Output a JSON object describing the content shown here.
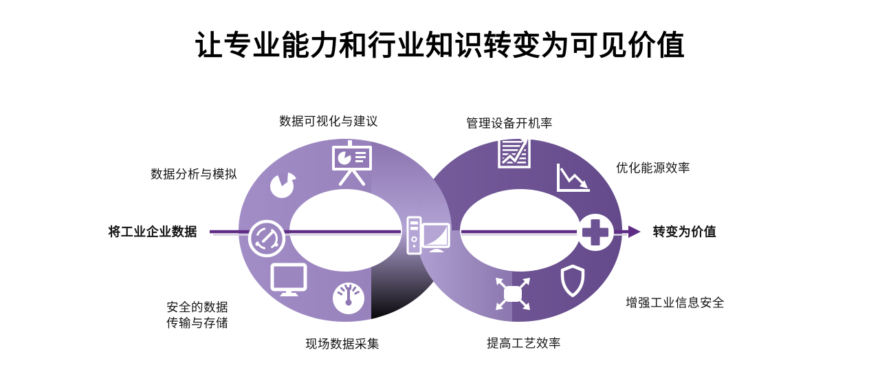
{
  "title": "让专业能力和行业知识转变为可见价值",
  "diagram": {
    "input_label": "将工业企业数据",
    "output_label": "转变为价值",
    "left_loop": {
      "top_label": "数据可视化与建议",
      "upper_left_label": "数据分析与模拟",
      "lower_left_label_line1": "安全的数据",
      "lower_left_label_line2": "传输与存储",
      "bottom_label": "现场数据采集",
      "icons": [
        "presentation-chart",
        "pie-chart",
        "sync-gauge",
        "monitor",
        "speedometer"
      ]
    },
    "right_loop": {
      "top_label": "管理设备开机率",
      "upper_right_label": "优化能源效率",
      "lower_right_label": "增强工业信息安全",
      "bottom_label": "提高工艺效率",
      "icons": [
        "report-trend",
        "declining-chart",
        "plus",
        "shield",
        "expand-arrows"
      ]
    },
    "center_icon": "desktop-computer",
    "colors": {
      "left_ring": "#9c86c0",
      "left_ring_dark": "#8a72ae",
      "right_ring": "#6d5391",
      "right_ring_light": "#8f7cb1",
      "crossing_band": "#b2a3d4",
      "arrow": "#5e2c85",
      "icon_white": "#ffffff",
      "text": "#141414"
    }
  }
}
